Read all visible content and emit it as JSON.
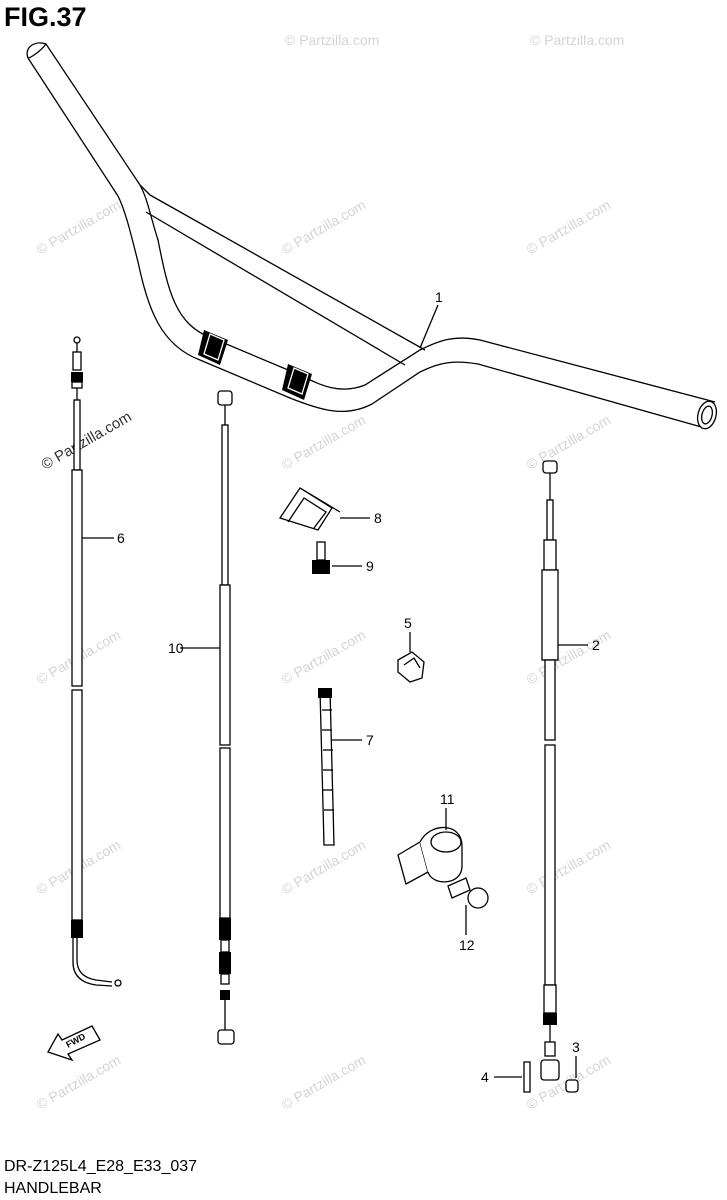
{
  "figure": {
    "title": "FIG.37",
    "code": "DR-Z125L4_E28_E33_037",
    "name": "HANDLEBAR"
  },
  "watermark": {
    "text": "© Partzilla.com",
    "color": "#d4d4d4"
  },
  "callouts": [
    "1",
    "2",
    "3",
    "4",
    "5",
    "6",
    "7",
    "8",
    "9",
    "10",
    "11",
    "12"
  ],
  "fwd_label": "FWD"
}
